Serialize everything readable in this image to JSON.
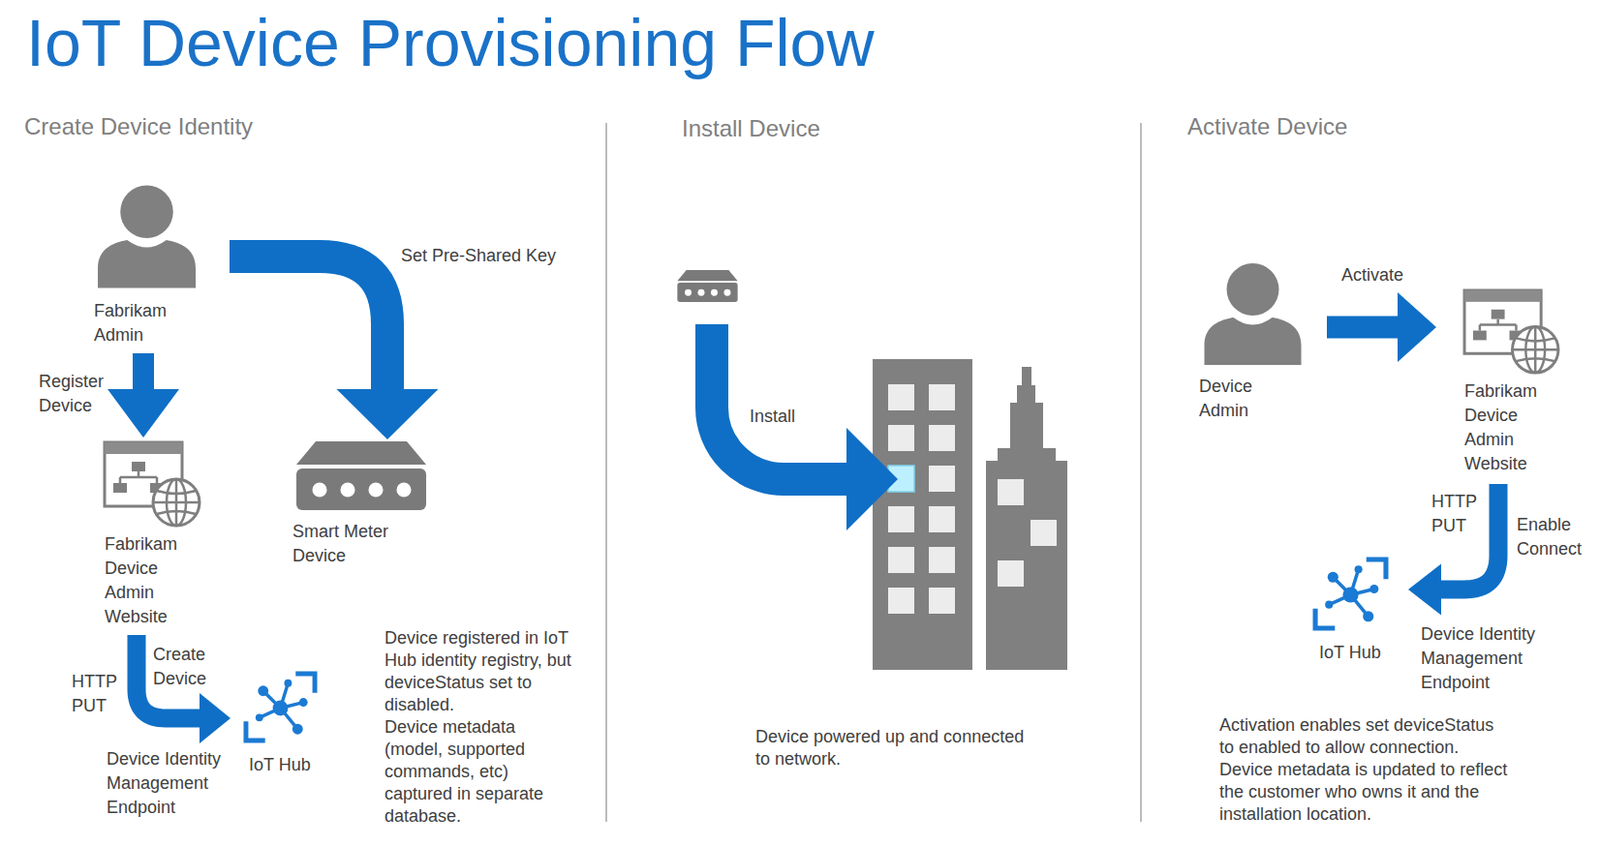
{
  "diagram": {
    "title": "IoT Device Provisioning Flow",
    "nodes": [
      {
        "text": [
          "Fabrikam Admin"
        ]
      },
      {
        "text": [
          "Fabrikam Device Admin Website"
        ]
      },
      {
        "text": [
          "Smart Meter Device"
        ]
      },
      {
        "text": [
          "IoT Hub"
        ]
      },
      {
        "text": [
          "Device Admin"
        ]
      },
      {
        "text": [
          "Fabrikam Device Admin Website"
        ]
      },
      {
        "text": [
          "IoT Hub"
        ]
      }
    ],
    "edges": [
      {
        "from": 0,
        "to": 1,
        "arrow": "to",
        "label": "Register Device"
      },
      {
        "from": 0,
        "to": 2,
        "arrow": "to",
        "label": "Set Pre-Shared Key"
      },
      {
        "from": 1,
        "to": 3,
        "arrow": "to",
        "label": "Create Device"
      },
      {
        "from": 4,
        "to": 5,
        "arrow": "to",
        "label": "Activate"
      },
      {
        "from": 5,
        "to": 6,
        "arrow": "to",
        "label": "Enable Connect"
      }
    ],
    "labels": [
      "Create Device Identity",
      "HTTP PUT",
      "Device Identity Management Endpoint",
      "Device registered in IoT Hub identity registry, but deviceStatus set to disabled.",
      "Device metadata (model, supported commands, etc) captured in separate database.",
      "Install Device",
      "Install",
      "Device powered up and connected to network.",
      "Activate Device",
      "HTTP PUT",
      "Device Identity Management Endpoint",
      "Activation enables set deviceStatus to enabled to allow connection. Device metadata is updated to reflect the customer who owns it and the installation location."
    ]
  }
}
